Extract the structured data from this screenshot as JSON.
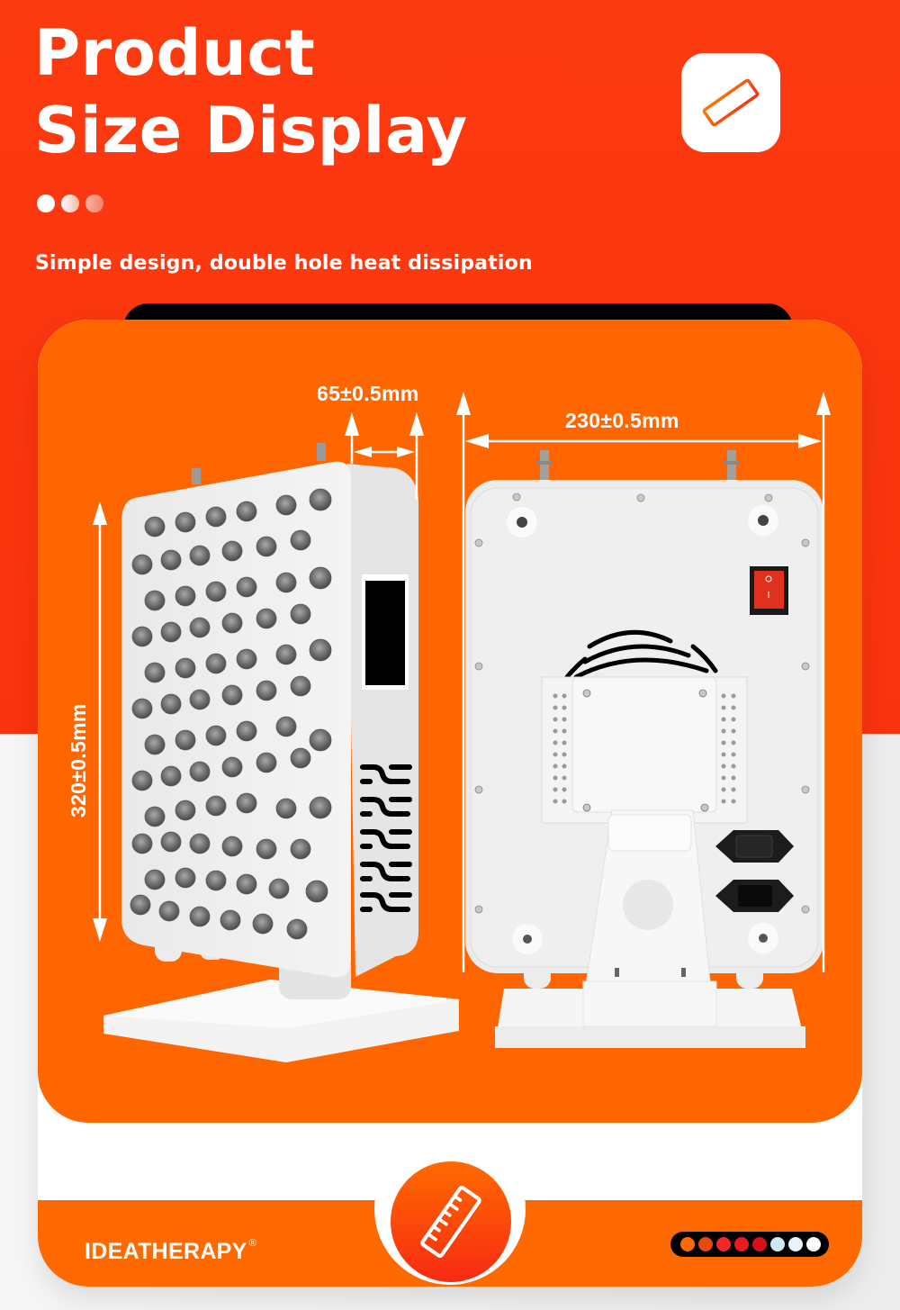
{
  "header": {
    "title_line1": "Product",
    "title_line2": "Size Display",
    "subtitle": "Simple design, double hole heat dissipation",
    "decorative_dots": [
      "#ffffff",
      "#fbd0c4",
      "#f8a08b"
    ],
    "icon": "ruler-icon"
  },
  "dimensions": {
    "depth": "65±0.5mm",
    "width": "230±0.5mm",
    "height": "320±0.5mm"
  },
  "product_views": [
    {
      "name": "front-view",
      "description": "LED panel front with 60 LED lenses, display window and side vents"
    },
    {
      "name": "back-view",
      "description": "Rear with fan grille, power switch, two power sockets and folding stand"
    }
  ],
  "footer": {
    "brand": "IDEATHERAPY",
    "registered_mark": "®",
    "center_icon": "ruler-icon",
    "wavelength_colors": [
      "#ff6a00",
      "#e84a0c",
      "#f5262a",
      "#e81a1e",
      "#d8101a",
      "#cfe7f3",
      "#e6f3f8",
      "#ffffff"
    ]
  },
  "colors": {
    "hero_red": "#fc3a0f",
    "card_orange": "#ff6600",
    "white": "#ffffff",
    "black": "#000000"
  }
}
